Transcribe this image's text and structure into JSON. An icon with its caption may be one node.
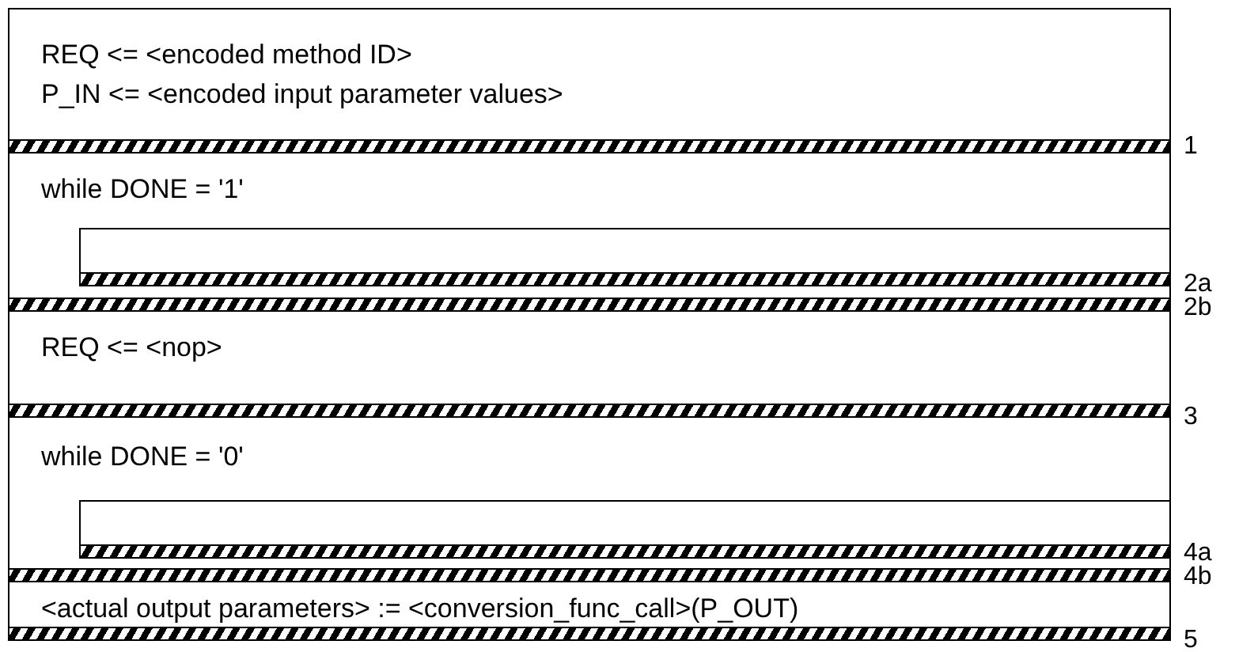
{
  "diagram": {
    "nodes": [
      {
        "text": [
          "REQ <= <encoded method ID>",
          "P_IN <= <encoded input parameter values>"
        ]
      },
      {
        "text": [
          "while DONE = '1'"
        ]
      },
      {
        "text": [],
        "shape": "box",
        "in": 1
      },
      {
        "text": [
          "REQ <= <nop>"
        ]
      },
      {
        "text": [
          "while DONE = '0'"
        ]
      },
      {
        "text": [],
        "shape": "box",
        "in": 4
      },
      {
        "text": [
          "<actual output parameters> := <conversion_func_call>(P_OUT)"
        ]
      }
    ],
    "edges": [],
    "labels": [
      "1",
      "2a",
      "2b",
      "3",
      "4a",
      "4b",
      "5"
    ]
  }
}
